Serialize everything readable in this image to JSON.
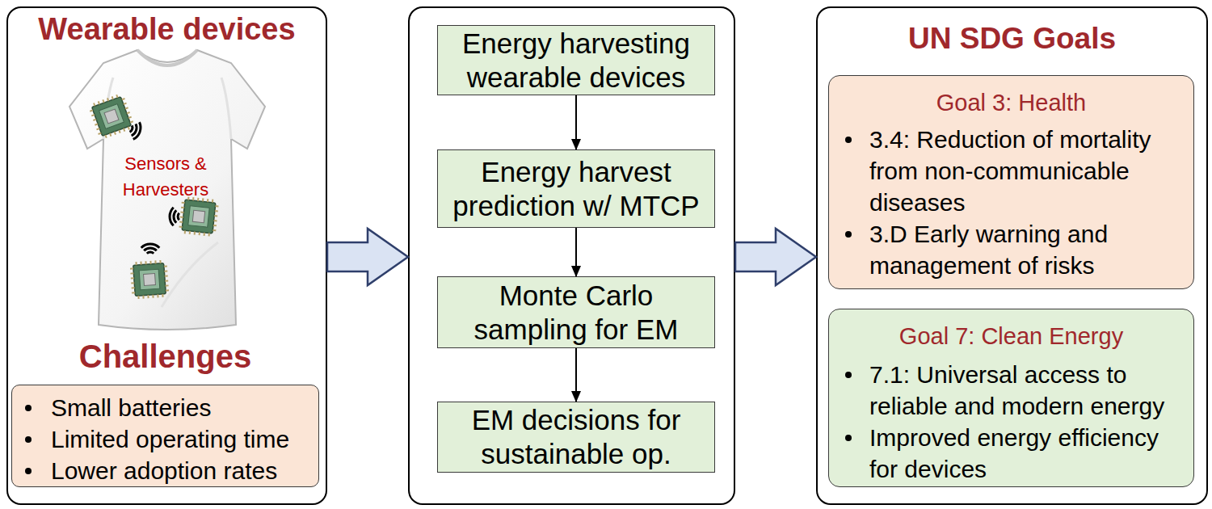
{
  "diagram": {
    "nodes": [
      {
        "text": [
          "Wearable devices"
        ]
      },
      {
        "text": [
          "Challenges",
          "Small batteries",
          "Limited operating time",
          "Lower adoption rates"
        ],
        "in": 0
      },
      {
        "text": []
      },
      {
        "text": [
          "Energy harvesting wearable devices"
        ],
        "in": 2
      },
      {
        "text": [
          "Energy harvest prediction w/ MTCP"
        ],
        "in": 2
      },
      {
        "text": [
          "Monte Carlo sampling for EM"
        ],
        "in": 2
      },
      {
        "text": [
          "EM decisions for sustainable op."
        ],
        "in": 2
      },
      {
        "text": [
          "UN SDG Goals"
        ]
      },
      {
        "text": [
          "Goal 3: Health",
          "3.4: Reduction of mortality from non-communicable diseases",
          "3.D Early warning and management of risks"
        ],
        "in": 7
      },
      {
        "text": [
          "Goal 7: Clean Energy",
          "7.1: Universal access to reliable and modern energy",
          "Improved energy efficiency for devices"
        ],
        "in": 7
      }
    ],
    "edges": [
      {
        "from": 0,
        "to": 2,
        "arrow": "to"
      },
      {
        "from": 2,
        "to": 7,
        "arrow": "to"
      },
      {
        "from": 3,
        "to": 4,
        "arrow": "to"
      },
      {
        "from": 4,
        "to": 5,
        "arrow": "to"
      },
      {
        "from": 5,
        "to": 6,
        "arrow": "to"
      }
    ],
    "labels": [
      "Sensors & Harvesters"
    ]
  }
}
